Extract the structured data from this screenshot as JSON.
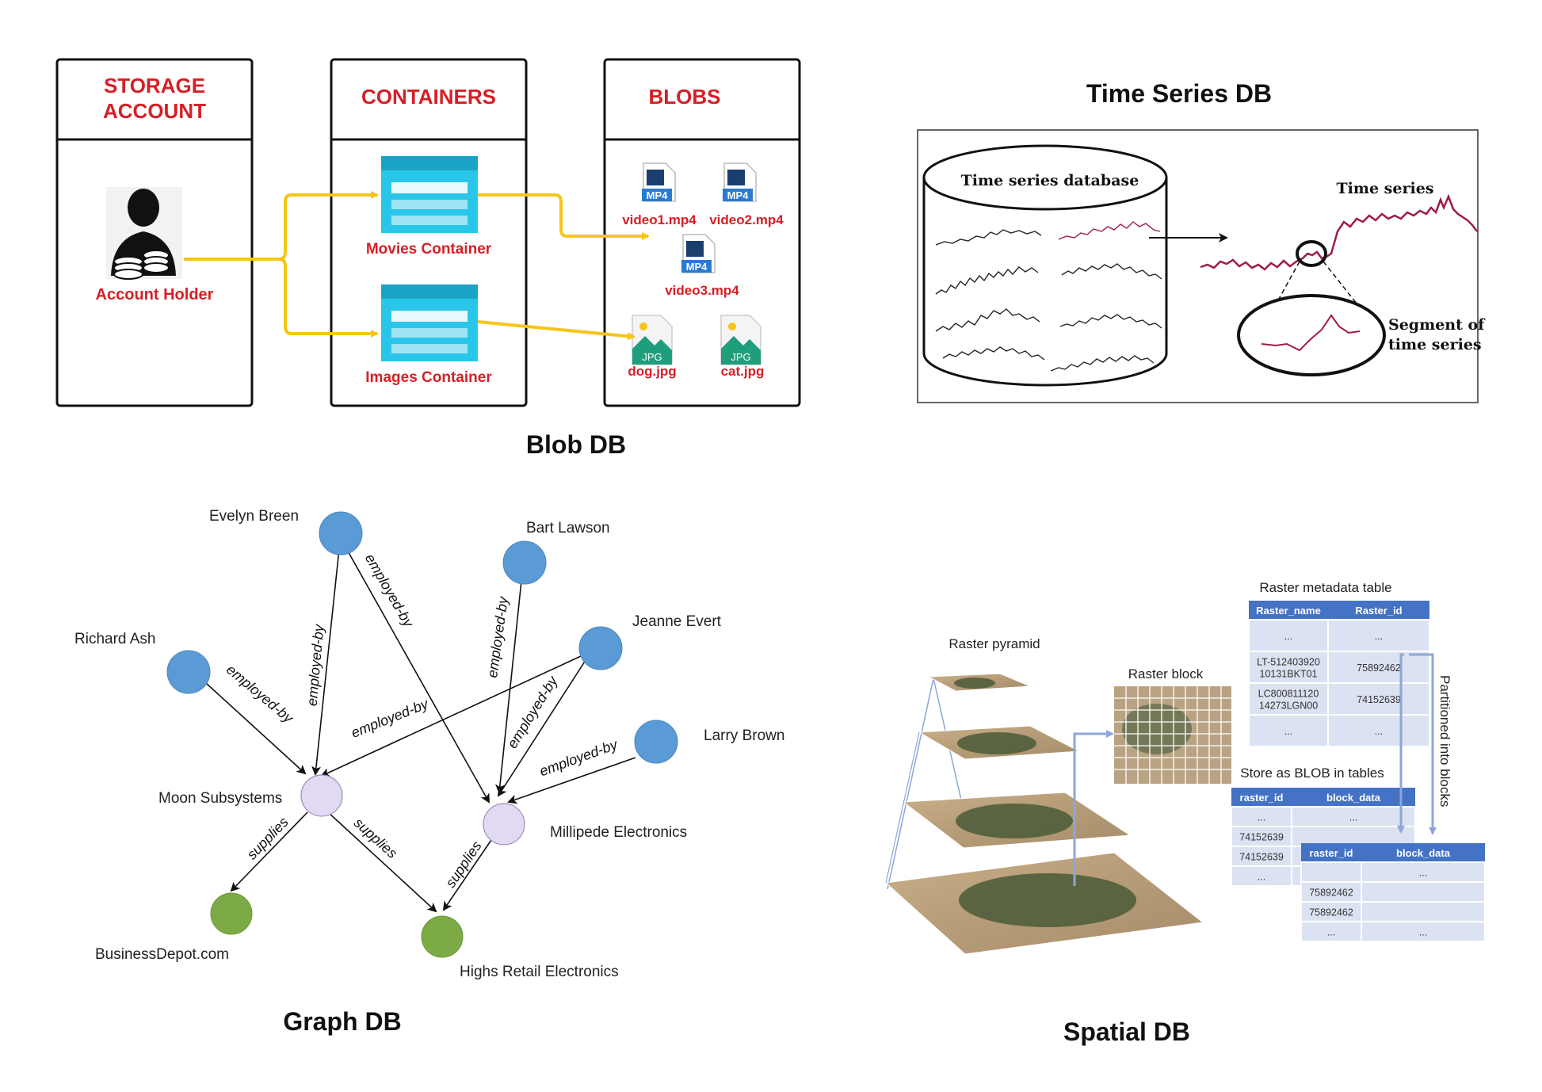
{
  "blob": {
    "title": "Blob DB",
    "col_storage_line1": "STORAGE",
    "col_storage_line2": "ACCOUNT",
    "col_containers": "CONTAINERS",
    "col_blobs": "BLOBS",
    "account_holder": "Account Holder",
    "movies_container": "Movies Container",
    "images_container": "Images Container",
    "mp4_badge": "MP4",
    "jpg_badge": "JPG",
    "files": {
      "video1": "video1.mp4",
      "video2": "video2.mp4",
      "video3": "video3.mp4",
      "dog": "dog.jpg",
      "cat": "cat.jpg"
    },
    "colors": {
      "label_red": "#d61f26",
      "arrow_yellow": "#f5c518",
      "container_cyan": "#29c6ea"
    }
  },
  "timeseries": {
    "title": "Time Series DB",
    "db_label": "Time series database",
    "series_label": "Time series",
    "segment_line1": "Segment of",
    "segment_line2": "time series",
    "colors": {
      "series": "#a01a48"
    }
  },
  "graph": {
    "title": "Graph DB",
    "people": {
      "evelyn": "Evelyn Breen",
      "bart": "Bart Lawson",
      "richard": "Richard Ash",
      "jeanne": "Jeanne Evert",
      "larry": "Larry Brown"
    },
    "companies": {
      "moon": "Moon Subsystems",
      "millipede": "Millipede Electronics"
    },
    "retailers": {
      "business": "BusinessDepot.com",
      "highs": "Highs Retail Electronics"
    },
    "edge_employed": "employed-by",
    "edge_supplies": "supplies",
    "colors": {
      "person": "#5b9bd5",
      "company": "#e2d9f3",
      "retailer": "#7cab45"
    }
  },
  "spatial": {
    "title": "Spatial DB",
    "pyramid_label": "Raster pyramid",
    "block_label": "Raster block",
    "meta_table_title": "Raster metadata table",
    "meta_headers": [
      "Raster_name",
      "Raster_id"
    ],
    "meta_rows": [
      [
        "...",
        "..."
      ],
      [
        "LT-512403920\n10131BKT01",
        "75892462"
      ],
      [
        "LC800811120\n14273LGN00",
        "74152639"
      ],
      [
        "...",
        "..."
      ]
    ],
    "blob_table_title": "Store as BLOB in tables",
    "blob_headers": [
      "raster_id",
      "block_data"
    ],
    "blob_rows": [
      [
        "...",
        "..."
      ],
      [
        "74152639",
        ""
      ],
      [
        "74152639",
        ""
      ],
      [
        "...",
        ""
      ]
    ],
    "blob2_headers": [
      "raster_id",
      "block_data"
    ],
    "blob2_rows": [
      [
        "",
        "..."
      ],
      [
        "75892462",
        ""
      ],
      [
        "75892462",
        ""
      ],
      [
        "...",
        "..."
      ]
    ],
    "partition_label": "Partitioned into blocks",
    "colors": {
      "header_blue": "#4472c4",
      "row_light": "#dbe2f1"
    }
  }
}
